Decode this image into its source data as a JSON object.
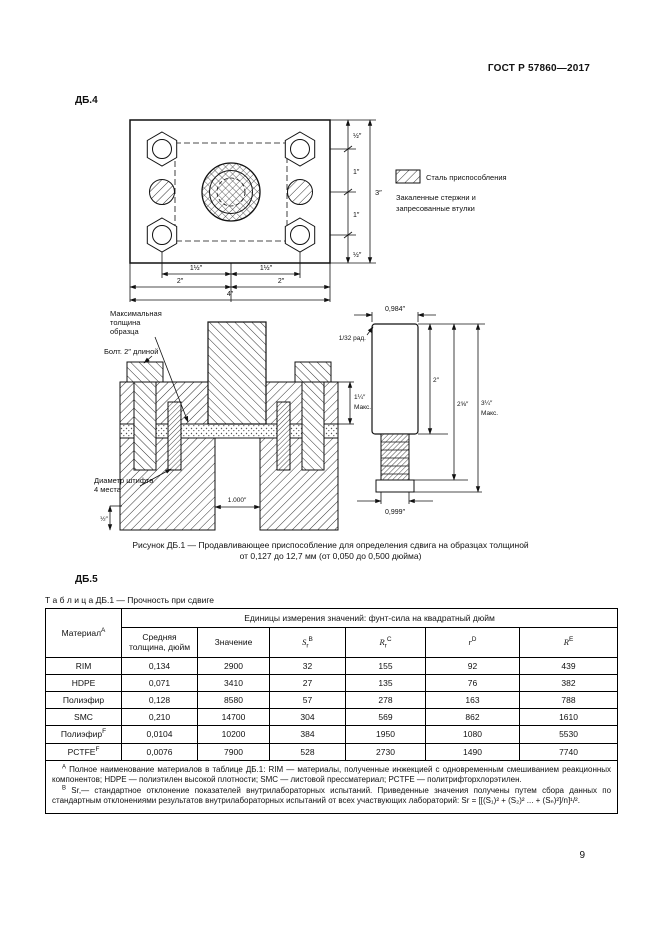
{
  "doc": {
    "header": "ГОСТ Р 57860—2017",
    "page_number": "9",
    "section1": "ДБ.4",
    "section2": "ДБ.5",
    "figure_caption_line1": "Рисунок ДБ.1 — Продавливающее приспособление для определения сдвига на образцах толщиной",
    "figure_caption_line2": "от 0,127 до 12,7 мм (от 0,050 до 0,500 дюйма)",
    "table_title": "Т а б л и ц а  ДБ.1 — Прочность при сдвиге"
  },
  "fig1": {
    "legend": {
      "steel": "Сталь приспособления",
      "rods_line1": "Закаленные стержни и",
      "rods_line2": "запресованные втулки"
    },
    "dims": {
      "hl": "1½″",
      "hr": "1½″",
      "h2l": "2″",
      "h2r": "2″",
      "htot": "4″",
      "v1": "½″",
      "v2": "1″",
      "v3": "1″",
      "v4": "½″",
      "vtot": "3″"
    }
  },
  "fig2": {
    "labels": {
      "max1": "Максимальная",
      "max2": "толщина",
      "max3": "образца",
      "bolt": "Болт. 2″ длиной",
      "pin1": "Диаметр штифта",
      "pin2": "4 места"
    },
    "dims": {
      "punch_top": "0,984″",
      "rad": "1/32 рад.",
      "punch_bottom": "0,999″",
      "hole": "1.000″",
      "v2": "2″",
      "v3": "2⅝″",
      "v4": "3¼″",
      "max_word": "Макс.",
      "plate": "1¼″",
      "left": "½″"
    }
  },
  "table": {
    "units_header": "Единицы измерения значений: фунт-сила на квадратный дюйм",
    "col_material": {
      "base": "Материал",
      "sup": "А"
    },
    "cols": [
      {
        "base": "Средняя толщина, дюйм"
      },
      {
        "base": "Значение"
      },
      {
        "base": "S",
        "sub": "r",
        "sup": "B"
      },
      {
        "base": "R",
        "sub": "r",
        "sup": "C"
      },
      {
        "base": "r",
        "sup": "D"
      },
      {
        "base": "R",
        "sup": "E"
      }
    ],
    "rows": [
      {
        "material": "RIM",
        "sup": "",
        "values": [
          "0,134",
          "2900",
          "32",
          "155",
          "92",
          "439"
        ]
      },
      {
        "material": "HDPE",
        "sup": "",
        "values": [
          "0,071",
          "3410",
          "27",
          "135",
          "76",
          "382"
        ]
      },
      {
        "material": "Полиэфир",
        "sup": "",
        "values": [
          "0,128",
          "8580",
          "57",
          "278",
          "163",
          "788"
        ]
      },
      {
        "material": "SMC",
        "sup": "",
        "values": [
          "0,210",
          "14700",
          "304",
          "569",
          "862",
          "1610"
        ]
      },
      {
        "material": "Полиэфир",
        "sup": "F",
        "values": [
          "0,0104",
          "10200",
          "384",
          "1950",
          "1080",
          "5530"
        ]
      },
      {
        "material": "PCTFE",
        "sup": "F",
        "values": [
          "0,0076",
          "7900",
          "528",
          "2730",
          "1490",
          "7740"
        ]
      }
    ],
    "footnotes": [
      {
        "sup": "А",
        "text": " Полное наименование материалов в таблице ДБ.1: RIM — материалы, полученные инжекцией с одновременным смешиванием реакционных компонентов; HDPE — полиэтилен высокой плотности; SMC — листовой прессматериал; PCTFE — политрифторхлорэтилен."
      },
      {
        "sup": "B",
        "text": " Sr,— стандартное отклонение показателей внутрилабораторных испытаний. Приведенные значения получены путем сбора данных по стандартным отклонениями результатов внутрилабораторных испытаний от всех участвующих лабораторий: Sr = [[(S₁)² + (S₂)² ... + (Sₙ)²]/n]¹/²."
      }
    ]
  }
}
